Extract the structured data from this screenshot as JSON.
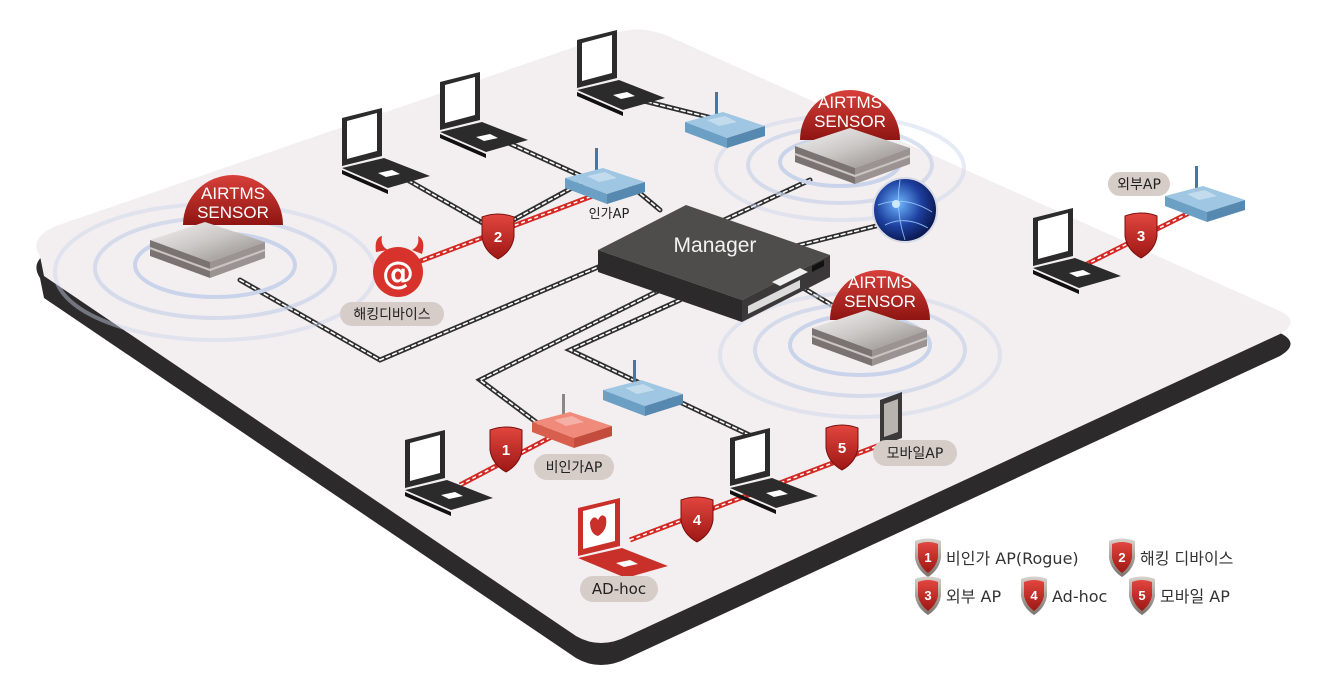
{
  "title": "AIRTMS wireless intrusion prevention network diagram",
  "colors": {
    "platform_top": "#f3eff0",
    "platform_edge": "#2c2a2a",
    "sensor_red": "#b5211f",
    "threat_red": "#d8322c",
    "ap_blue": "#7fb0d2",
    "rogue_ap": "#e56e5e",
    "laptop": "#2b2b2b",
    "manager": "#4a4848",
    "label_pill": "#d6ccc8",
    "wave": "#c9d3ea"
  },
  "manager": {
    "label": "Manager",
    "icon": "server-icon"
  },
  "sensors": [
    {
      "line1": "AIRTMS",
      "line2": "SENSOR",
      "icon": "sensor-icon"
    },
    {
      "line1": "AIRTMS",
      "line2": "SENSOR",
      "icon": "sensor-icon"
    },
    {
      "line1": "AIRTMS",
      "line2": "SENSOR",
      "icon": "sensor-icon"
    }
  ],
  "devices": {
    "authorized_ap": {
      "label": "인가AP",
      "icon": "wifi-router-icon"
    },
    "external_ap": {
      "label": "외부AP",
      "icon": "wifi-router-icon"
    },
    "rogue_ap": {
      "label": "비인가AP",
      "icon": "wifi-router-icon"
    },
    "hacking_device": {
      "label": "해킹디바이스",
      "icon": "devil-at-icon"
    },
    "adhoc": {
      "label": "AD-hoc",
      "icon": "devil-laptop-icon"
    },
    "mobile_ap": {
      "label": "모바일AP",
      "icon": "smartphone-icon"
    },
    "internet": {
      "icon": "globe-icon"
    }
  },
  "badges": [
    "1",
    "2",
    "3",
    "4",
    "5"
  ],
  "legend": [
    {
      "num": "1",
      "text": "비인가 AP(Rogue)"
    },
    {
      "num": "2",
      "text": "해킹 디바이스"
    },
    {
      "num": "3",
      "text": "외부 AP"
    },
    {
      "num": "4",
      "text": "Ad-hoc"
    },
    {
      "num": "5",
      "text": "모바일 AP"
    }
  ]
}
